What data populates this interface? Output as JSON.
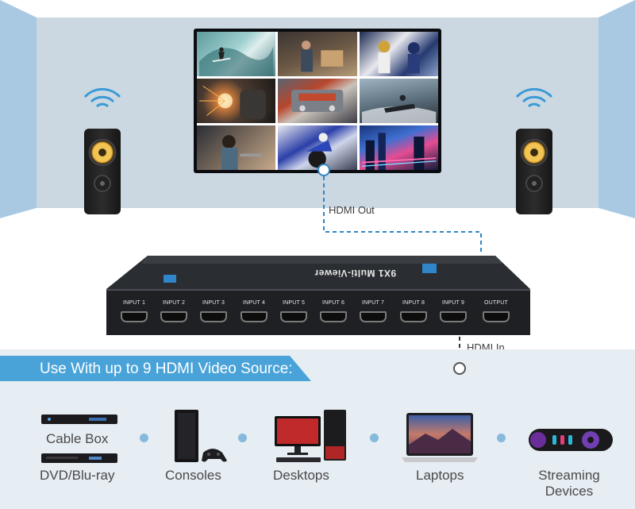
{
  "room": {
    "tv_label": "HDMI Out",
    "hdmi_in_label": "HDMI In"
  },
  "device": {
    "title": "9X1 Multi-Viewer",
    "ports": [
      "INPUT 1",
      "INPUT 2",
      "INPUT 3",
      "INPUT 4",
      "INPUT 5",
      "INPUT 6",
      "INPUT 7",
      "INPUT 8",
      "INPUT 9",
      "OUTPUT"
    ]
  },
  "sources": {
    "heading": "Use With up to 9 HDMI Video Source:",
    "items": [
      {
        "label": "Cable Box",
        "icon": "cable-box-icon"
      },
      {
        "label": "DVD/Blu-ray",
        "icon": "dvd-player-icon"
      },
      {
        "label": "Consoles",
        "icon": "game-console-icon"
      },
      {
        "label": "Desktops",
        "icon": "desktop-computer-icon"
      },
      {
        "label": "Laptops",
        "icon": "laptop-icon"
      },
      {
        "label": "Streaming",
        "label2": "Devices",
        "icon": "streaming-remote-icon"
      }
    ]
  },
  "colors": {
    "accent": "#49a3d9",
    "wall": "#ccd8e1",
    "side_wall": "#a9c9e3",
    "device": "#1f2226"
  }
}
